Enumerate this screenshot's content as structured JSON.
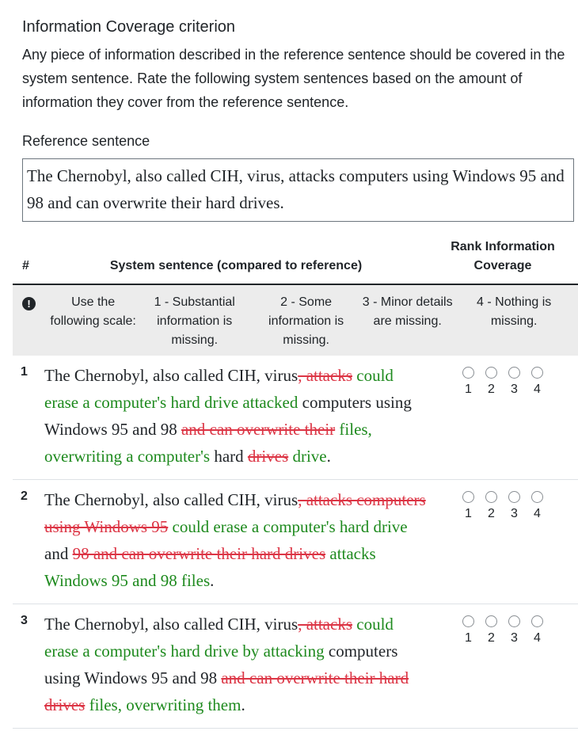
{
  "criterion": {
    "title": "Information Coverage criterion",
    "description": "Any piece of information described in the reference sentence should be covered in the system sentence. Rate the following system sentences based on the amount of information they cover from the reference sentence."
  },
  "reference": {
    "title": "Reference sentence",
    "text": "The Chernobyl, also called CIH, virus, attacks computers using Windows 95 and 98 and can overwrite their hard drives."
  },
  "table": {
    "headers": {
      "num": "#",
      "system": "System sentence (compared to reference)",
      "rank": "Rank Information Coverage"
    },
    "scale": {
      "intro": "Use the following scale:",
      "levels": [
        "1 - Substantial information is missing.",
        "2 - Some information is missing.",
        "3 - Minor details are missing.",
        "4 - Nothing is missing."
      ]
    },
    "radio_labels": [
      "1",
      "2",
      "3",
      "4"
    ],
    "rows": [
      {
        "num": "1",
        "segments": [
          {
            "t": "The Chernobyl, also called CIH, virus",
            "k": "same"
          },
          {
            "t": ", attacks",
            "k": "del"
          },
          {
            "t": " ",
            "k": "same"
          },
          {
            "t": "could erase a computer's hard drive attacked",
            "k": "ins"
          },
          {
            "t": " computers using Windows 95 and 98 ",
            "k": "same"
          },
          {
            "t": "and can overwrite their",
            "k": "del"
          },
          {
            "t": " ",
            "k": "same"
          },
          {
            "t": "files, overwriting a computer's",
            "k": "ins"
          },
          {
            "t": " hard ",
            "k": "same"
          },
          {
            "t": "drives",
            "k": "del"
          },
          {
            "t": " ",
            "k": "same"
          },
          {
            "t": "drive",
            "k": "ins"
          },
          {
            "t": ".",
            "k": "same"
          }
        ]
      },
      {
        "num": "2",
        "segments": [
          {
            "t": "The Chernobyl, also called CIH, virus",
            "k": "same"
          },
          {
            "t": ", attacks computers using Windows 95",
            "k": "del"
          },
          {
            "t": " ",
            "k": "same"
          },
          {
            "t": "could erase a computer's hard drive",
            "k": "ins"
          },
          {
            "t": " and ",
            "k": "same"
          },
          {
            "t": "98 and can overwrite their hard drives",
            "k": "del"
          },
          {
            "t": " ",
            "k": "same"
          },
          {
            "t": "attacks Windows 95 and 98 files",
            "k": "ins"
          },
          {
            "t": ".",
            "k": "same"
          }
        ]
      },
      {
        "num": "3",
        "segments": [
          {
            "t": "The Chernobyl, also called CIH, virus",
            "k": "same"
          },
          {
            "t": ", attacks",
            "k": "del"
          },
          {
            "t": " ",
            "k": "same"
          },
          {
            "t": "could erase a computer's hard drive by attacking",
            "k": "ins"
          },
          {
            "t": " computers using Windows 95 and 98 ",
            "k": "same"
          },
          {
            "t": "and can overwrite their hard drives",
            "k": "del"
          },
          {
            "t": " ",
            "k": "same"
          },
          {
            "t": "files, overwriting them",
            "k": "ins"
          },
          {
            "t": ".",
            "k": "same"
          }
        ]
      }
    ]
  },
  "colors": {
    "deleted": "#dc3545",
    "inserted": "#1e8a1e",
    "scale_bg": "#ececec"
  },
  "icons": {
    "scale_alert": "exclamation-circle-icon"
  }
}
